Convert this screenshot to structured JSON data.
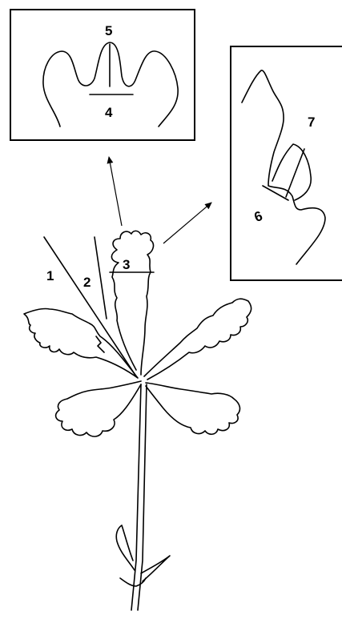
{
  "labels": {
    "l1": "1",
    "l2": "2",
    "l3": "3",
    "l4": "4",
    "l5": "5",
    "l6": "6",
    "l7": "7"
  },
  "colors": {
    "ink": "#000000",
    "background": "#ffffff"
  }
}
